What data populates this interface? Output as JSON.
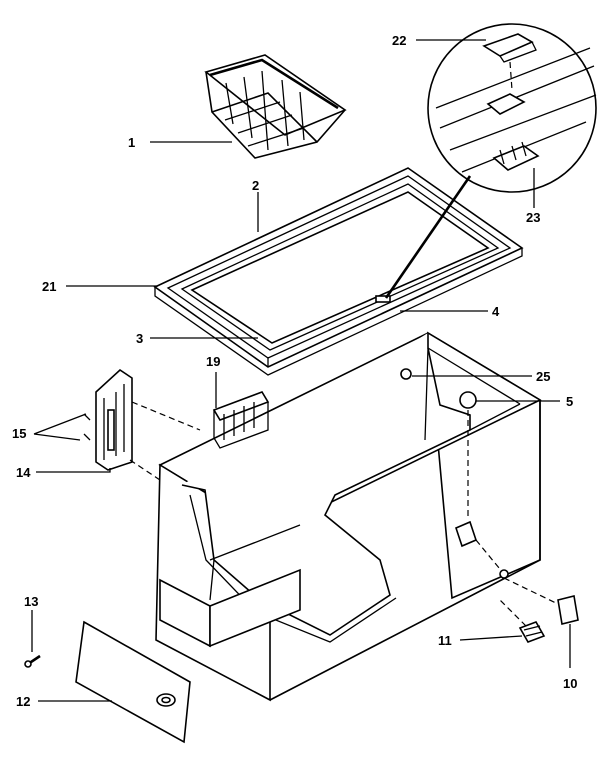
{
  "callouts": {
    "c1": "1",
    "c2": "2",
    "c3": "3",
    "c4": "4",
    "c5": "5",
    "c10": "10",
    "c11": "11",
    "c12": "12",
    "c13": "13",
    "c14": "14",
    "c15": "15",
    "c19": "19",
    "c21": "21",
    "c22": "22",
    "c23": "23",
    "c25": "25"
  }
}
